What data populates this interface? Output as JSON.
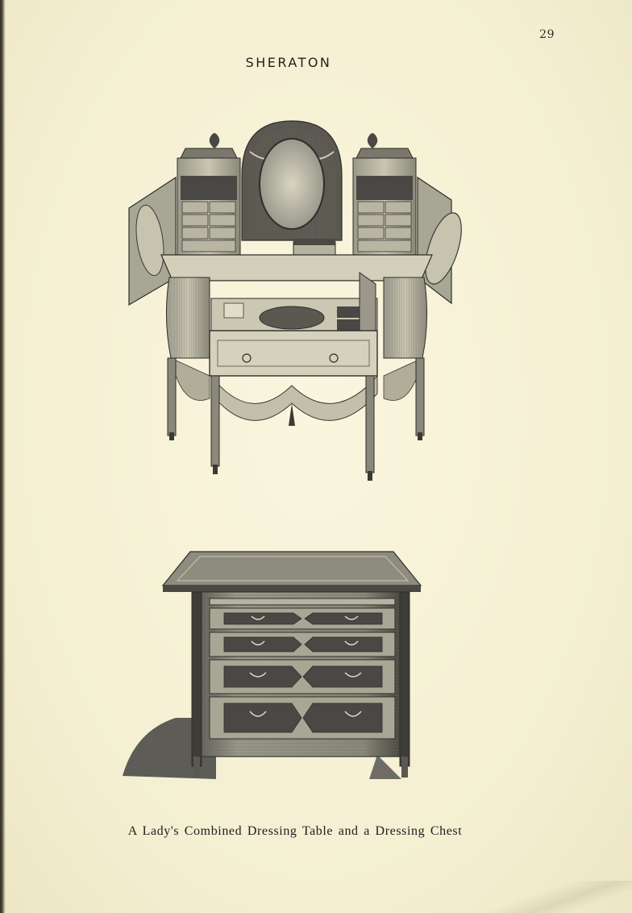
{
  "page": {
    "number": "29",
    "running_head": "SHERATON",
    "caption": "A Lady's Combined Dressing Table and a Dressing Chest"
  },
  "colors": {
    "paper": "#f6f2d6",
    "ink": "#1f1f1f",
    "engraving_dark": "#3a3a3a",
    "engraving_mid": "#8a8a80",
    "engraving_light": "#c9c6b2"
  },
  "illustrations": {
    "top": "dressing-table-engraving",
    "bottom": "dressing-chest-engraving"
  }
}
